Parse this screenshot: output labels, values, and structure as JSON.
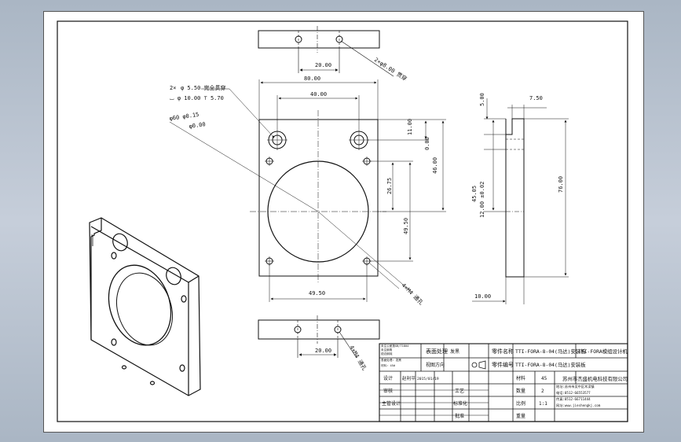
{
  "drawing": {
    "dims": {
      "top_hole_spacing": "20.00",
      "top_callout": "2×φ8.00 贯穿",
      "front_width": "80.00",
      "front_hole_spacing": "40.00",
      "cbore_qty": "2×",
      "cbore_dia": "φ 5.50 完全贯穿",
      "cbore_depth": "⌴ φ 10.00 ⊤ 5.70",
      "bore_line1": "φ60 φ0.15",
      "bore_line2": "φ0.00",
      "dim_11": "11.00",
      "dim_0": "0.00",
      "dim_46": "46.00",
      "dim_26": "26.75",
      "dim_49v": "49.50",
      "bottom_hole_spacing": "49.50",
      "thread_callout": "4×M4 通孔",
      "bot_hole_spacing": "20.00",
      "bot_callout": "4×M4 通孔",
      "side_5": "5.00",
      "side_7": "7.50",
      "side_76": "76.00",
      "side_45": "45.05",
      "side_12": "12.00 ±0.02",
      "side_10": "10.00"
    },
    "title_block": {
      "notes": [
        "未注公差按GB/T1804",
        "未注倒角",
        "锐边倒钝",
        "表面处理: 发黑",
        "材料: 45#"
      ],
      "surface_treatment": "表面处理",
      "surface_value": "发黑",
      "drawing_standard": "视图方向",
      "drawing_no_label": "零件名称",
      "drawing_no_value": "TTI-FORA-8-04(马达)安装板",
      "part_name_label": "零件编号",
      "part_name_value": "TTI-FORA-8-04(马达)安装板",
      "project": "TTI-FORA模组设计机",
      "designer_label": "设计",
      "designer_name": "赵利平",
      "date": "2015/01/19",
      "checker_label": "审核",
      "approver_label": "主管设计",
      "process_label": "工艺",
      "standard_label": "标准化",
      "approve_label": "批准",
      "material_label": "材料",
      "material_value": "45",
      "qty_label": "数量",
      "qty_value": "2",
      "scale_label": "比例",
      "scale_value": "1:1",
      "weight_label": "重量",
      "company": "苏州市杰盛机电科技有限公司",
      "address": "地址:苏州市吴中区木渎镇",
      "tel": "电话:0512-66553577",
      "fax": "传真:0512-66711444",
      "web": "网址:www.jieshengkj.com"
    }
  }
}
